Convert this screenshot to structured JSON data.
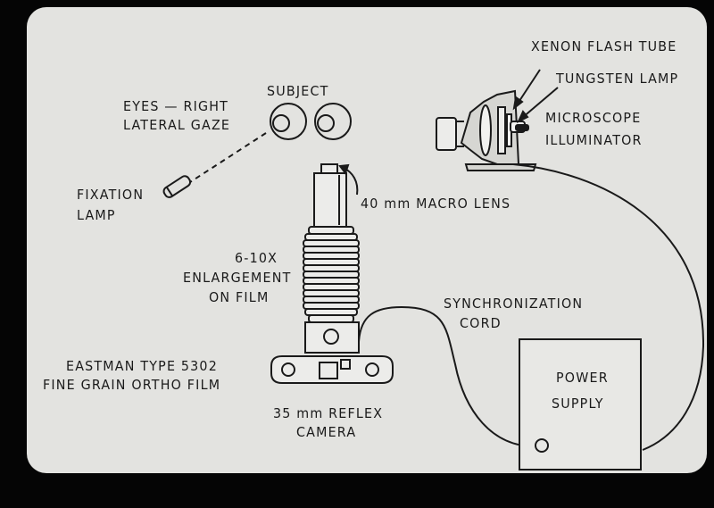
{
  "labels": {
    "xenon_flash_tube": "XENON FLASH TUBE",
    "tungsten_lamp": "TUNGSTEN LAMP",
    "microscope_illuminator": [
      "MICROSCOPE",
      "ILLUMINATOR"
    ],
    "subject": "SUBJECT",
    "eyes_gaze": [
      "EYES — RIGHT",
      "LATERAL GAZE"
    ],
    "fixation_lamp": [
      "FIXATION",
      "LAMP"
    ],
    "macro_lens": "40 mm MACRO LENS",
    "enlargement": [
      "6-10X",
      "ENLARGEMENT",
      "ON FILM"
    ],
    "synchronization_cord": [
      "SYNCHRONIZATION",
      "CORD"
    ],
    "film_type": [
      "EASTMAN TYPE 5302",
      "FINE GRAIN ORTHO FILM"
    ],
    "reflex_camera": [
      "35 mm REFLEX",
      "CAMERA"
    ],
    "power_supply": [
      "POWER",
      "SUPPLY"
    ]
  },
  "colors": {
    "slide_background": "#e3e3e0",
    "ink": "#1a1a1a",
    "border": "#050505"
  }
}
